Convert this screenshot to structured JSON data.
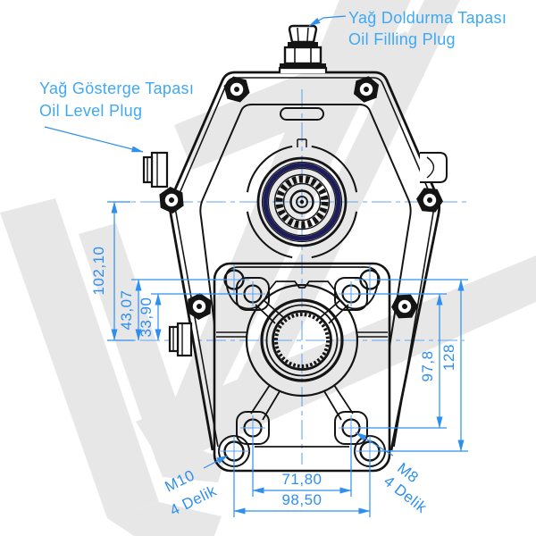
{
  "drawing": {
    "type": "technical-front-view",
    "subject": "PTO gearbox housing with input bearing and output spline flange"
  },
  "labels": {
    "oil_filling": {
      "tr": "Yağ Doldurma Tapası",
      "en": "Oil Filling Plug"
    },
    "oil_level": {
      "tr": "Yağ Gösterge Tapası",
      "en": "Oil Level Plug"
    }
  },
  "dimensions": {
    "center_distance": "102,10",
    "m10_row_offset": "43,07",
    "m8_row_offset": "33,90",
    "m8_vertical": "97,8",
    "m10_vertical": "128",
    "m8_horizontal": "71,80",
    "m10_horizontal": "98,50"
  },
  "holes": {
    "m10": {
      "thread": "M10",
      "count": "4 Delik"
    },
    "m8": {
      "thread": "M8",
      "count": "4 Delik"
    }
  },
  "colors": {
    "line": "#141414",
    "dimension": "#2E8FEF",
    "label": "#3FA9F5",
    "centerline": "#63A7F0",
    "bearing_ring": "#1D1D5C",
    "watermark": "#E7E7E7"
  }
}
